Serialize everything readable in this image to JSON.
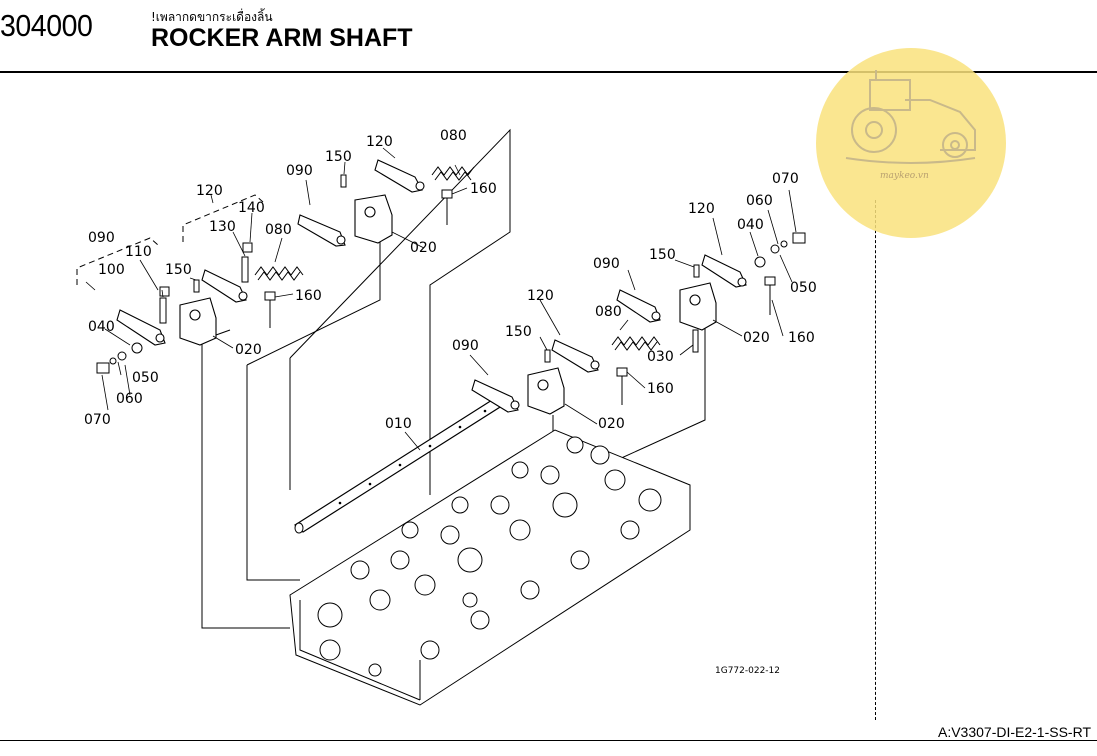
{
  "header": {
    "code": "304000",
    "thai_title": "!เพลากดขากระเดื่องลิ้น",
    "title": "ROCKER ARM SHAFT"
  },
  "watermark": {
    "text": "maykeo.vn",
    "color": "#f7dc6f"
  },
  "drawing_number": "1G772-022-12",
  "footer": {
    "code": "A:V3307-DI-E2-1-SS-RT"
  },
  "callouts": {
    "c010": "010",
    "c020a": "020",
    "c020b": "020",
    "c020c": "020",
    "c020d": "020",
    "c030": "030",
    "c040a": "040",
    "c040b": "040",
    "c050a": "050",
    "c050b": "050",
    "c060a": "060",
    "c060b": "060",
    "c070a": "070",
    "c070b": "070",
    "c080a": "080",
    "c080b": "080",
    "c080c": "080",
    "c090a": "090",
    "c090b": "090",
    "c090c": "090",
    "c090d": "090",
    "c100": "100",
    "c110": "110",
    "c120a": "120",
    "c120b": "120",
    "c120c": "120",
    "c120d": "120",
    "c130": "130",
    "c140": "140",
    "c150a": "150",
    "c150b": "150",
    "c150c": "150",
    "c150d": "150",
    "c160a": "160",
    "c160b": "160",
    "c160c": "160",
    "c160d": "160"
  }
}
